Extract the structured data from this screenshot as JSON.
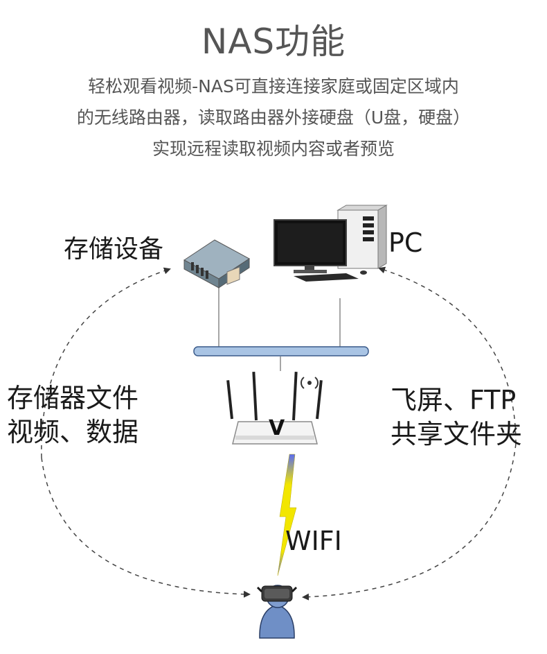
{
  "title": "NAS功能",
  "description": [
    "轻松观看视频-NAS可直接连接家庭或固定区域内",
    "的无线路由器，读取路由器外接硬盘（U盘，硬盘）",
    "实现远程读取视频内容或者预览"
  ],
  "nodes": {
    "storage": "存储设备",
    "pc": "PC",
    "wifi": "WIFI",
    "router_logo": "V"
  },
  "side_labels": {
    "left": [
      "存储器文件",
      "视频、数据"
    ],
    "right": [
      "飞屏、FTP",
      "共享文件夹"
    ]
  },
  "colors": {
    "text": "#555555",
    "bus": "#a9c4e4",
    "bolt": "#f2e600",
    "user": "#6f8fc6"
  }
}
